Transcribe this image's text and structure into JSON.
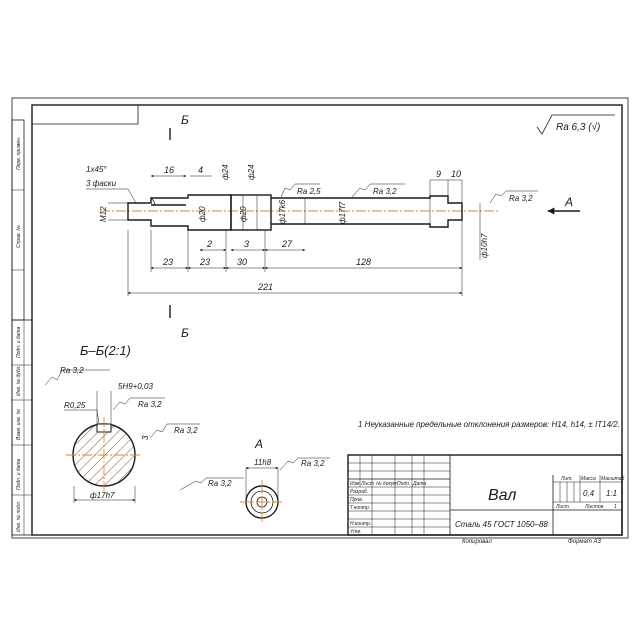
{
  "drawing": {
    "roughness_general": "Ra 6,3 (√)",
    "section_letter": "Б",
    "view_letter": "А",
    "section_title": "Б–Б(2:1)",
    "note": "1 Неуказанные предельные отклонения размеров: H14, h14, ± IT14/2."
  },
  "dimensions": {
    "overall": "221",
    "d23a": "23",
    "d23b": "23",
    "d30": "30",
    "d128": "128",
    "d2": "2",
    "d3": "3",
    "d27": "27",
    "d16": "16",
    "d4": "4",
    "d9": "9",
    "d10": "10",
    "chamfer": "1x45°",
    "chamfer_count": "3 фаски",
    "thread": "M12",
    "dia20a": "ф20",
    "dia24a": "ф24",
    "dia20b": "ф20",
    "dia24b": "ф24",
    "dia17k6": "ф17k6",
    "dia17f7": "ф17f7",
    "dia10h7": "ф10h7"
  },
  "roughness": {
    "ra25": "Ra 2,5",
    "ra32": "Ra 3,2"
  },
  "section": {
    "dia": "ф17h7",
    "keyway": "5H9+0,03",
    "radius": "R0,25",
    "depth": "3"
  },
  "view_a": {
    "fit": "11h8"
  },
  "title_block": {
    "izm": "Изм",
    "list_col": "Лист",
    "n_dokum": "№ докум.",
    "podp": "Подп.",
    "data": "Дата",
    "razrab": "Разраб.",
    "prov": "Пров.",
    "tkontr": "Т.контр.",
    "nkontr": "Н.контр.",
    "utv": "Утв.",
    "part_name": "Вал",
    "material": "Сталь 45  ГОСТ 1050–88",
    "lit": "Лит.",
    "massa": "Масса",
    "masshtab": "Масштаб",
    "mass_value": "0,4",
    "scale_value": "1:1",
    "list": "Лист",
    "listov": "Листов",
    "listov_value": "1",
    "kopiroval": "Копировал",
    "format": "Формат  А3"
  },
  "stamp_left": {
    "perv_primen": "Перв. примен.",
    "sprav_no": "Справ. №",
    "podp_data": "Подп. и дата",
    "inv_dubl": "Инв. № дубл.",
    "vzam_inv": "Взам. инв. №",
    "inv_podl": "Инв. № подл."
  }
}
